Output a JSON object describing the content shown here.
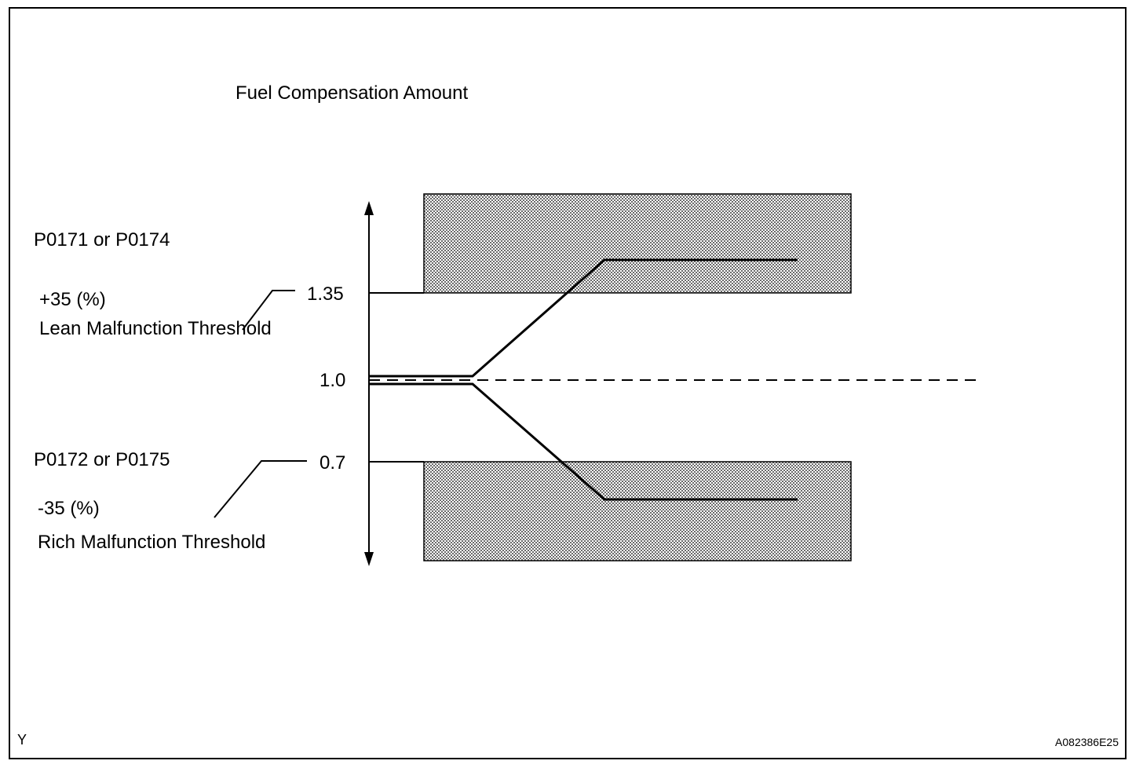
{
  "title": "Fuel Compensation Amount",
  "axis_ticks": {
    "upper": "1.35",
    "center": "1.0",
    "lower": "0.7"
  },
  "lean": {
    "dtc": "P0171 or P0174",
    "percent": "+35 (%)",
    "label": "Lean Malfunction Threshold"
  },
  "rich": {
    "dtc": "P0172 or P0175",
    "percent": "-35 (%)",
    "label": "Rich Malfunction Threshold"
  },
  "footer": {
    "corner_letter": "Y",
    "figure_code": "A082386E25"
  },
  "colors": {
    "line": "#000000",
    "band_fill": "#c8c8c8"
  }
}
